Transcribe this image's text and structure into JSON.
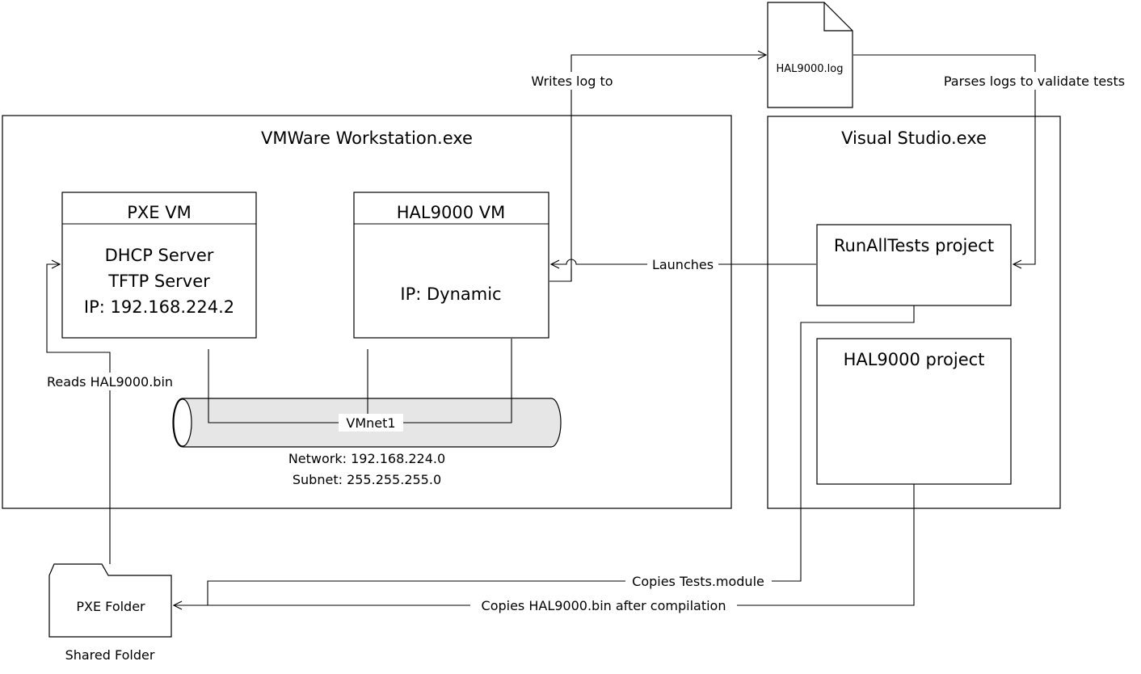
{
  "vmware": {
    "title": "VMWare Workstation.exe",
    "pxe_vm": {
      "title": "PXE VM",
      "line1": "DHCP Server",
      "line2": "TFTP Server",
      "line3": "IP: 192.168.224.2"
    },
    "hal_vm": {
      "title": "HAL9000 VM",
      "line1": "IP: Dynamic"
    },
    "network": {
      "name": "VMnet1",
      "address": "Network: 192.168.224.0",
      "subnet": "Subnet: 255.255.255.0"
    }
  },
  "visual_studio": {
    "title": "Visual Studio.exe",
    "run_all_tests": "RunAllTests project",
    "hal9000_project": "HAL9000 project"
  },
  "log_file": {
    "name": "HAL9000.log"
  },
  "pxe_folder": {
    "name": "PXE Folder",
    "caption": "Shared Folder"
  },
  "edges": {
    "writes_log": "Writes log to",
    "parses_logs": "Parses logs to validate tests",
    "launches": "Launches",
    "reads_bin": "Reads HAL9000.bin",
    "copies_module": "Copies Tests.module",
    "copies_bin": "Copies HAL9000.bin after compilation"
  }
}
